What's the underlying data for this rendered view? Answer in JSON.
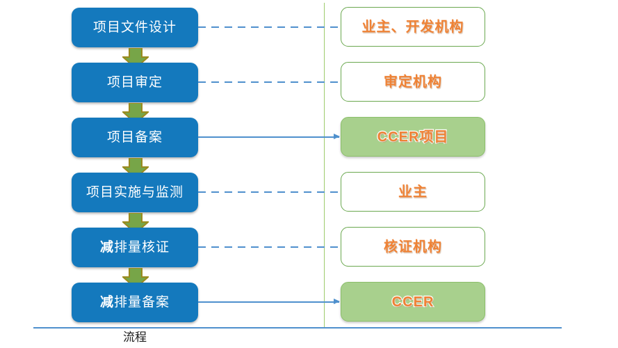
{
  "diagram": {
    "caption": "流程",
    "colors": {
      "left_box_fill": "#1479bd",
      "left_box_text": "#ffffff",
      "right_box_border": "#6aa84f",
      "right_box_fill_highlight": "#a8d08d",
      "right_box_text": "#ef8235",
      "arrow_green": "#77a548",
      "arrow_green_outline": "#9a8b1e",
      "connector_blue": "#4f90cd",
      "divider_green": "#8cc152",
      "baseline_blue": "#4f90cd"
    },
    "rows": [
      {
        "step": "项目文件设计",
        "step_bold_prefix": "",
        "actor": "业主、开发机构",
        "actor_style": "plain",
        "connector": "dashed"
      },
      {
        "step": "项目审定",
        "step_bold_prefix": "",
        "actor": "审定机构",
        "actor_style": "plain",
        "connector": "dashed"
      },
      {
        "step": "项目备案",
        "step_bold_prefix": "",
        "actor": "CCER项目",
        "actor_style": "filled",
        "connector": "solid-arrow"
      },
      {
        "step": "项目实施与监测",
        "step_bold_prefix": "",
        "actor": "业主",
        "actor_style": "plain",
        "connector": "dashed"
      },
      {
        "step": "排量核证",
        "step_bold_prefix": "减",
        "actor": "核证机构",
        "actor_style": "plain",
        "connector": "dashed"
      },
      {
        "step": "排量备案",
        "step_bold_prefix": "减",
        "actor": "CCER",
        "actor_style": "filled",
        "connector": "solid-arrow"
      }
    ],
    "down_arrows": 5
  }
}
